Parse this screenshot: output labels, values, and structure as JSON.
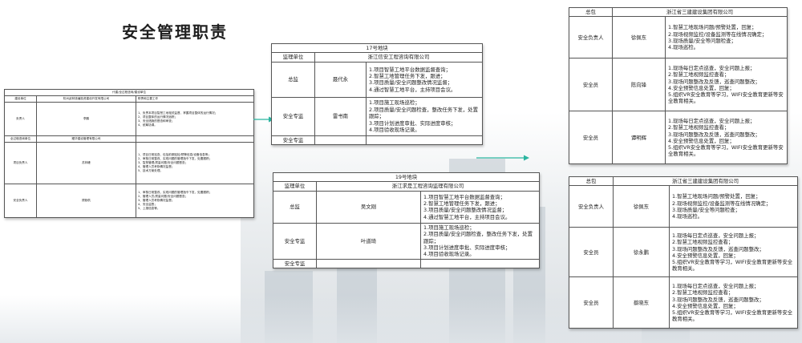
{
  "page_title": "安全管理职责",
  "main_table": {
    "header_row": [
      "代建/全过程咨询/建设单位"
    ],
    "row1": {
      "role": "建设单位",
      "org": "杭州武林钱塘投资建设开发有限公司",
      "duty_head": "职责和主要工作"
    },
    "row2": {
      "role": "负责人",
      "name": "李鹏",
      "duties": [
        "1、负责本项目智慧工地相关监督、掌握项目整体的运行情况；",
        "2、项目整体的运行情况追踪；",
        "3、安全措施的督查和审查；",
        "4、统筹协调。"
      ]
    },
    "row3": {
      "role": "全过程咨询单位",
      "org": "耀华建设管理有限公司"
    },
    "row4": {
      "role": "项目负责人",
      "name": "苏林峰",
      "duties": [
        "1、项目日常巡查、包括前期巡检/预警信息/设备信息等；",
        "2、审核日常整改、实现问题的管理指令下发，处置跟踪；",
        "3、智慧管理/质量问题/安全问题督查；",
        "4、管理人员考勤情况监督；",
        "5、技术方案处理。"
      ]
    },
    "row5": {
      "role": "安全负责人",
      "name": "顾勤杭",
      "duties": [
        "1、审核日常整改，实现问题的管理指令下发，处置跟踪；",
        "2、管理人员/质量问题/安全问题督查；",
        "3、管理人员考勤情况监督；",
        "4、安全监督；",
        "5、上报信息等。"
      ]
    }
  },
  "table17": {
    "title": "17号地块",
    "supervisor_label": "监理单位",
    "supervisor_org": "浙江信安工程咨询有限公司",
    "rows": [
      {
        "role": "总监",
        "name": "聂代永",
        "duties": [
          "1.项目智慧工地平台数据监督查询；",
          "2.智慧工地管理任务下发，跟进；",
          "3.项目质量/安全问题整改情况监督；",
          "4.通过智慧工地平台，主持项目会议。"
        ]
      },
      {
        "role": "安全专监",
        "name": "雷书南",
        "duties": [
          "1.项目施工现场巡检；",
          "2.项目质量/安全问题检查，整改任务下发，处置跟踪；",
          "3.项目计划进度审批、实际进度审核；",
          "4.项目验收现场记录。"
        ]
      },
      {
        "role": "安全专监",
        "name": "",
        "duties": []
      }
    ]
  },
  "table19": {
    "title": "19号地块",
    "supervisor_label": "监理单位",
    "supervisor_org": "浙江求是工程咨询监理有限公司",
    "rows": [
      {
        "role": "总监",
        "name": "吴文刚",
        "duties": [
          "1.项目智慧工地平台数据监督查询；",
          "2.智慧工地管理任务下发，跟进；",
          "3.项目质量/安全问题整改情况监督；",
          "4.通过智慧工地平台，主持项目会议。"
        ]
      },
      {
        "role": "安全专监",
        "name": "叶道琦",
        "duties": [
          "1.项目施工现场巡检；",
          "2.项目质量/安全问题检查，整改任务下发，处置跟踪；",
          "3.项目计划进度审批、实际进度审核；",
          "4.项目验收现场记录。"
        ]
      },
      {
        "role": "安全专监",
        "name": "",
        "duties": []
      }
    ]
  },
  "table_r1": {
    "label": "总包",
    "org": "浙江省三建建设集团有限公司",
    "rows": [
      {
        "role": "安全负责人",
        "name": "徐佩东",
        "duties": [
          "1.智慧工地现场问题/预警处置，回复；",
          "2.现场视频监控/设备监测等在线情况确定；",
          "3.现场质量/安全等问题检查；",
          "4.现场巡检。"
        ]
      },
      {
        "role": "安全员",
        "name": "陈向锋",
        "duties": [
          "1.现场每日定点巡查，安全问题上报；",
          "2.智慧工地视频监控查看；",
          "3.现场问题整改及反馈，巡查问题整改；",
          "4.安全预警信息处置，回复；",
          "5.组织VR安全教育等学习，WIFI安全教育更新等安全教育相关。"
        ]
      },
      {
        "role": "安全员",
        "name": "谭明辉",
        "duties": [
          "1.现场每日定点巡查，安全问题上报；",
          "2.智慧工地视频监控查看；",
          "3.现场问题整改及反馈，巡查问题整改；",
          "4.安全预警信息处置，回复；",
          "5.组织VR安全教育等学习，WIFI安全教育更新等安全教育相关。"
        ]
      }
    ]
  },
  "table_r2": {
    "label": "总包",
    "org": "浙江省三建建设集团有限公司",
    "rows": [
      {
        "role": "安全负责人",
        "name": "徐佩东",
        "duties": [
          "1.智慧工地现场问题/预警处置，回复；",
          "2.现场视频监控/设备监测等在线情况确定；",
          "3.现场质量/安全等问题检查；",
          "4.现场巡检。"
        ]
      },
      {
        "role": "安全员",
        "name": "徐永鹏",
        "duties": [
          "1.现场每日定点巡查，安全问题上报；",
          "2.智慧工地视频监控查看；",
          "3.现场问题整改及反馈，巡查问题整改；",
          "4.安全预警信息处置，回复；",
          "5.组织VR安全教育等学习，WIFI安全教育更新等安全教育相关。"
        ]
      },
      {
        "role": "安全员",
        "name": "蔡晓东",
        "duties": [
          "1.现场每日定点巡查，安全问题上报；",
          "2.智慧工地视频监控查看；",
          "3.现场问题整改及反馈，巡查问题整改；",
          "4.安全预警信息处置，回复；",
          "5.组织VR安全教育等学习，WIFI安全教育更新等安全教育相关。"
        ]
      }
    ]
  },
  "colors": {
    "arrow": "#2bb5a0",
    "border": "#555555"
  }
}
